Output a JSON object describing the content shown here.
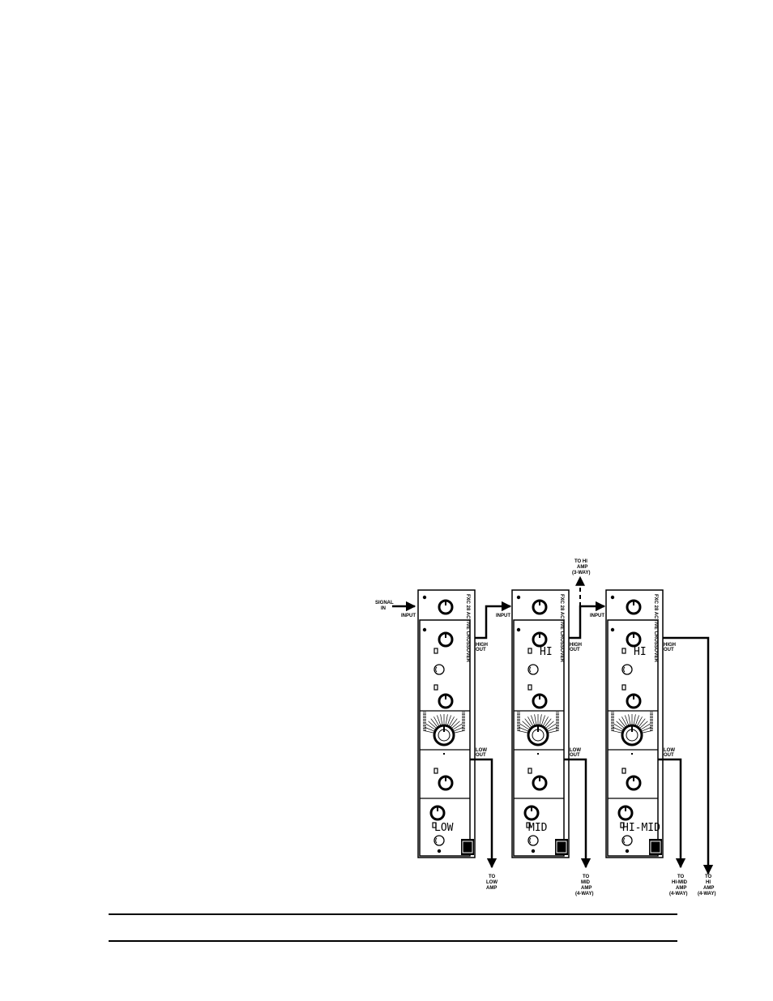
{
  "units": [
    {
      "model": "FXC 28 ACTIVE CROSSOVER",
      "band": "LOW"
    },
    {
      "model": "FXC 28 ACTIVE CROSSOVER",
      "band": "MID",
      "top_band": "HI"
    },
    {
      "model": "FXC 28 ACTIVE CROSSOVER",
      "band": "HI-MID",
      "top_band": "HI"
    }
  ],
  "labels": {
    "signal_in": [
      "SIGNAL",
      "IN"
    ],
    "input": "INPUT",
    "high_out": [
      "HIGH",
      "OUT"
    ],
    "low_out": [
      "LOW",
      "OUT"
    ],
    "to_hi_amp_3way": [
      "TO HI",
      "AMP",
      "(3-WAY)"
    ],
    "to_low_amp": [
      "TO",
      "LOW",
      "AMP"
    ],
    "to_mid_amp": [
      "TO",
      "MID",
      "AMP",
      "(4-WAY)"
    ],
    "to_hi_mid_amp": [
      "TO",
      "HI-MID",
      "AMP",
      "(4-WAY)"
    ],
    "to_hi_amp_4way": [
      "TO",
      "HI",
      "AMP",
      "(4-WAY)"
    ]
  },
  "colors": {
    "ink": "#000000",
    "panel": "#ffffff"
  }
}
